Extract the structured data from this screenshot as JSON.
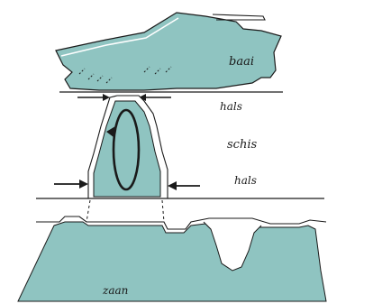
{
  "colors": {
    "fill": "#8fc4c1",
    "ink": "#1a1a1a",
    "paper": "#ffffff"
  },
  "labels": {
    "top_block": "baai",
    "upper_neck": "hals",
    "shaft": "schis",
    "lower_neck": "hals",
    "base": "zaan"
  },
  "arrows": {
    "upper_left": "arrow-right",
    "upper_right": "arrow-left",
    "lower_left": "arrow-right",
    "lower_right": "arrow-left",
    "loop": "circular-arrow"
  }
}
